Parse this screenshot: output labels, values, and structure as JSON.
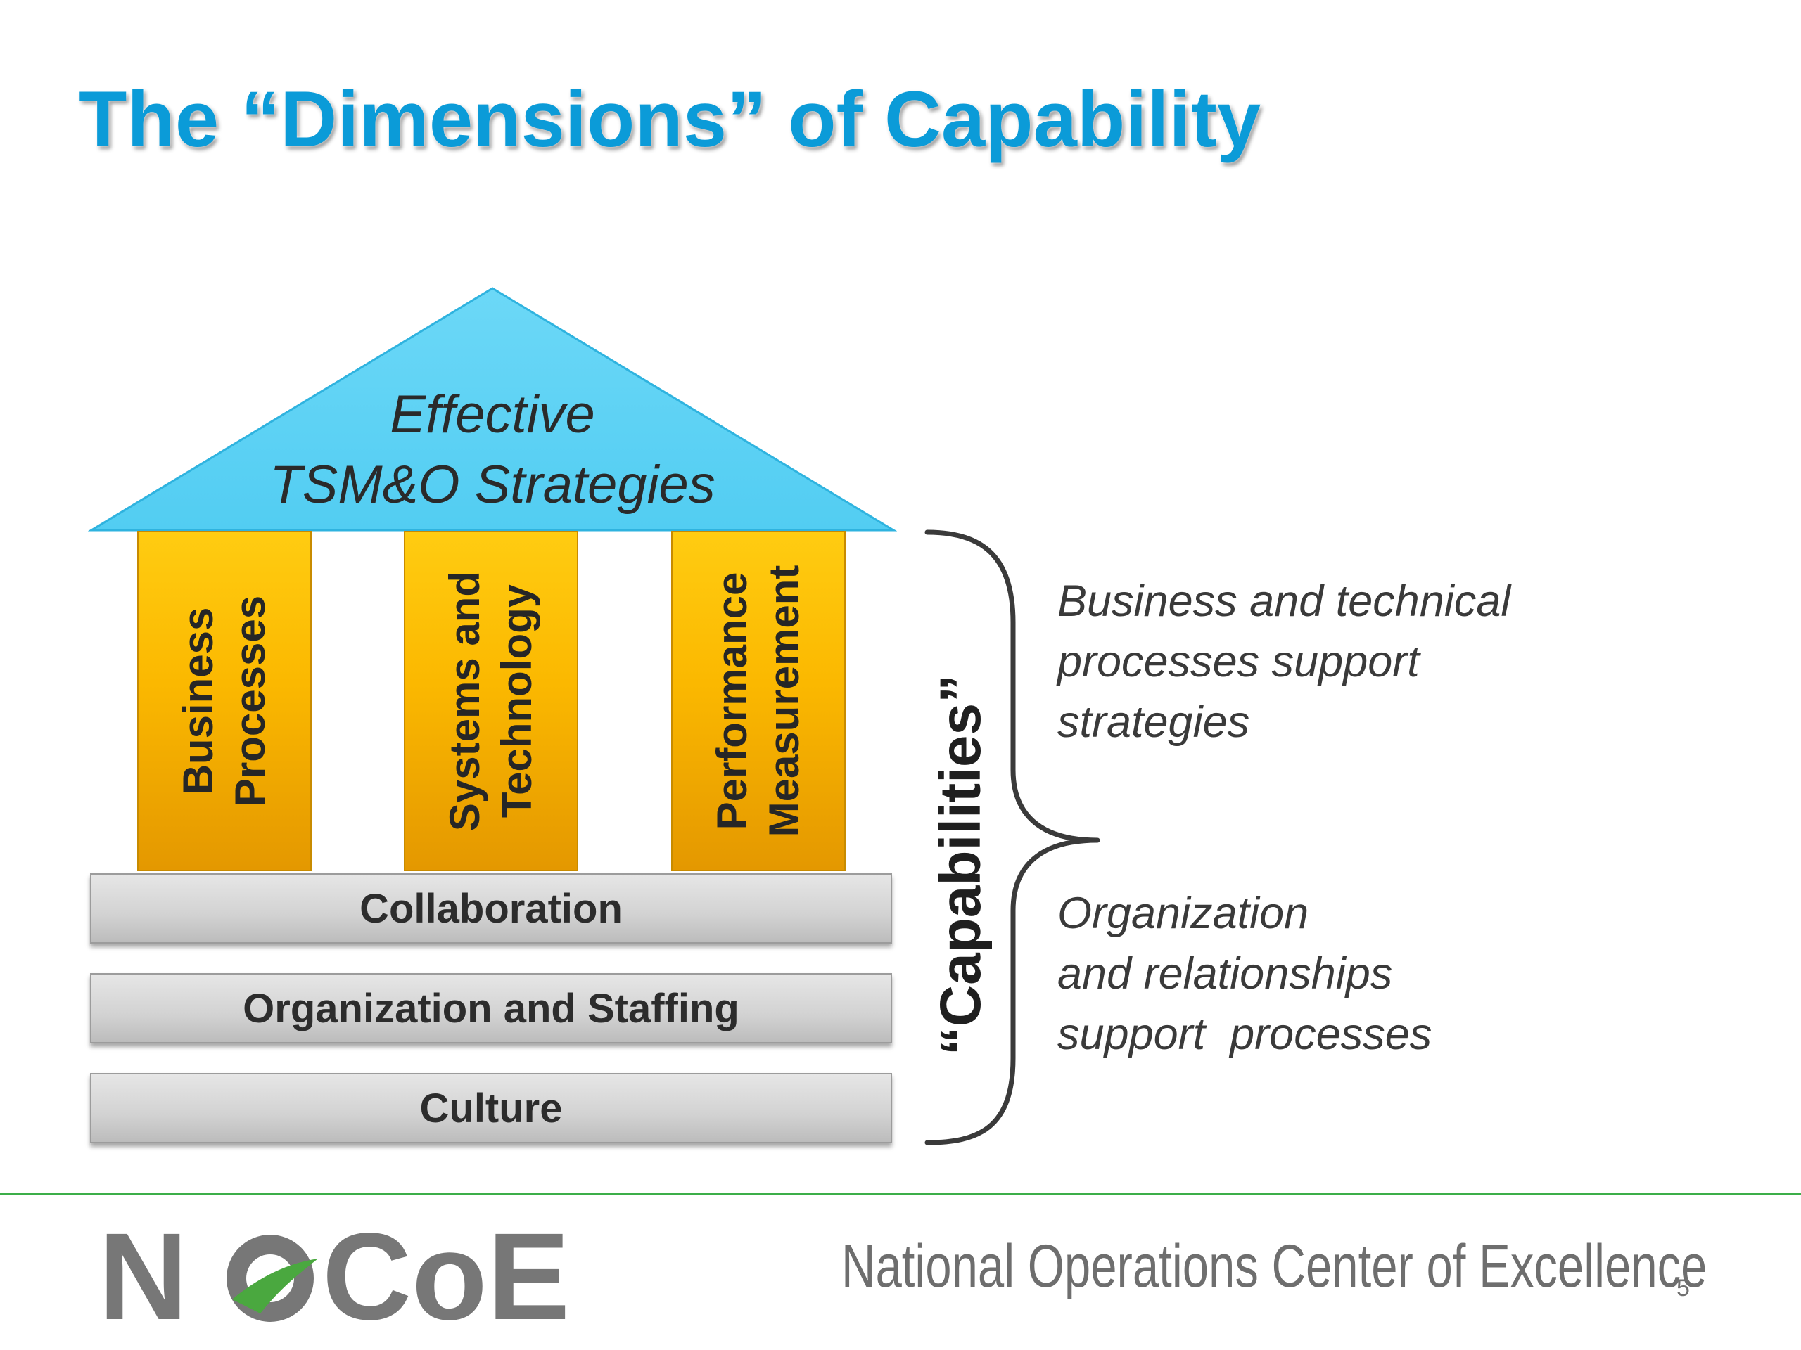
{
  "title": "The “Dimensions” of Capability",
  "diagram": {
    "roof": {
      "line1": "Effective",
      "line2": "TSM&O Strategies"
    },
    "pillars": [
      {
        "line1": "Business",
        "line2": "Processes"
      },
      {
        "line1": "Systems and",
        "line2": "Technology"
      },
      {
        "line1": "Performance",
        "line2": "Measurement"
      }
    ],
    "foundation": [
      "Collaboration",
      "Organization and Staffing",
      "Culture"
    ],
    "brace_label": "“Capabilities”",
    "notes": [
      "Business and technical\nprocesses support\nstrategies",
      "Organization\nand relationships\nsupport  processes"
    ]
  },
  "footer": {
    "logo_text": "NOCoE",
    "organization": "National Operations Center of Excellence",
    "page_number": "5"
  },
  "colors": {
    "title": "#0b9bd8",
    "roof": "#5fd3f4",
    "pillar": "#fbb800",
    "slab": "#d2d2d2",
    "footer_line": "#3cae49",
    "logo_gray": "#777777",
    "logo_green": "#4aa83f"
  }
}
